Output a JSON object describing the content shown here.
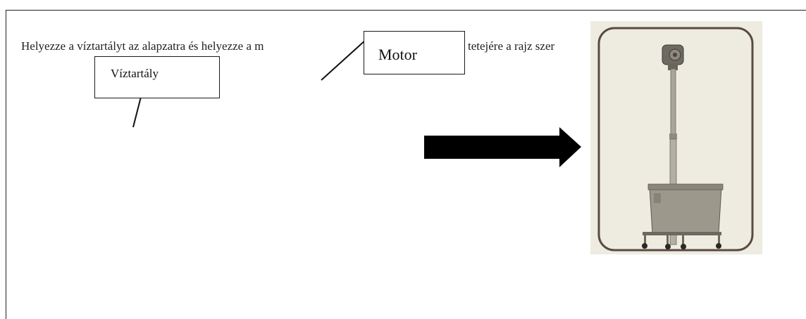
{
  "instruction": {
    "text_before": "Helyezze a víztartályt az alapzatra és helyezze a m",
    "text_after": "tetejére a rajz szer"
  },
  "callouts": {
    "motor": "Motor",
    "tank": "Víztartály"
  },
  "arrow": {
    "direction": "right",
    "color": "#000000"
  },
  "illustration": {
    "subject": "motor-on-stand-with-water-tank",
    "frame_color": "#5a4a42",
    "background": "#eeece0"
  }
}
